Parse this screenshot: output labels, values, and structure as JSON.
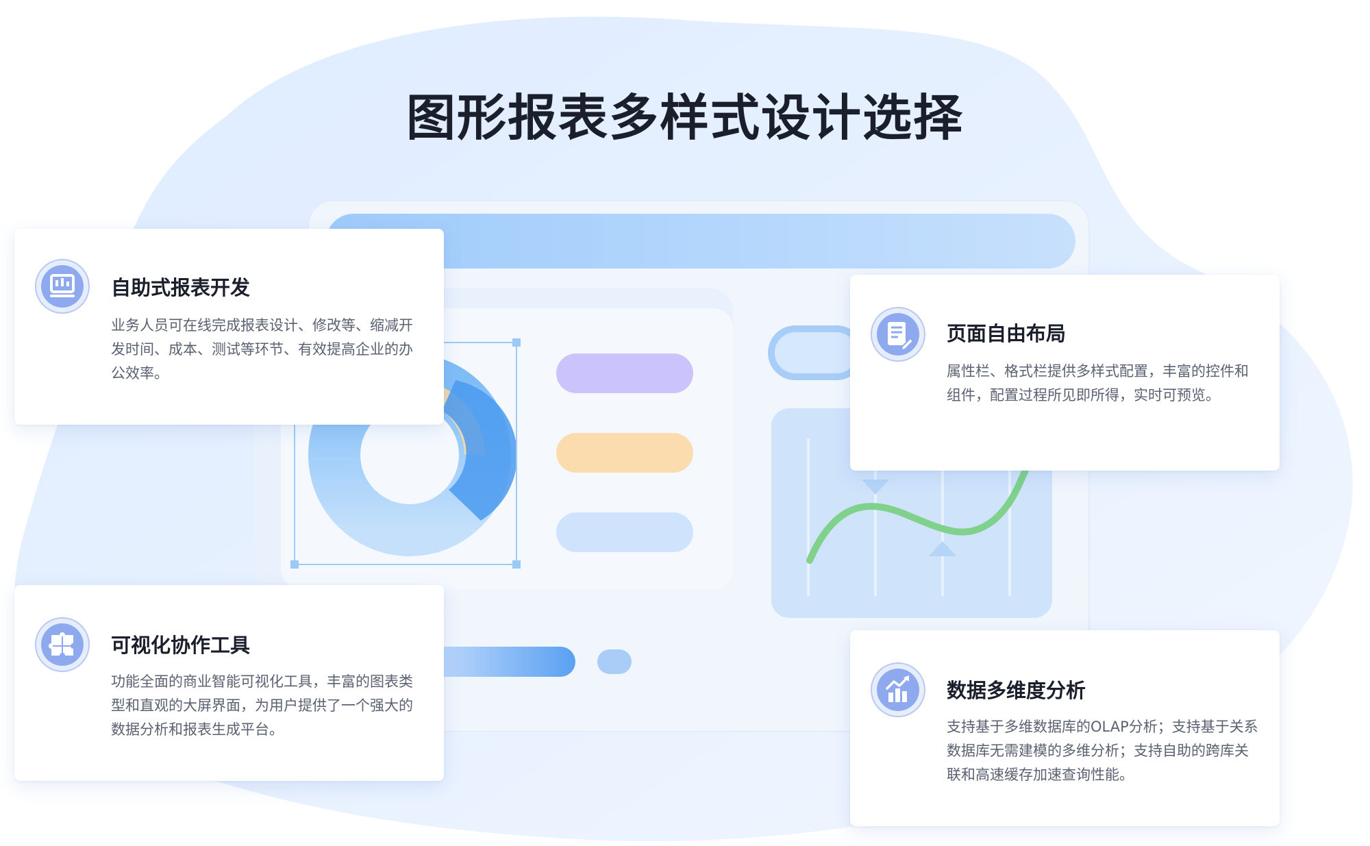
{
  "page": {
    "title": "图形报表多样式设计选择"
  },
  "colors": {
    "background_blob": "#e3efff",
    "accent_blue": "#5aa0f2",
    "icon_fill": "#8fa9ee",
    "title_text": "#1a1f2b",
    "body_text": "#5a6170",
    "curve_green": "#7fd18b",
    "bar_purple": "#cbc3fb",
    "bar_orange": "#fbdcae",
    "bar_blue": "#cfe4fc"
  },
  "features": [
    {
      "title": "自助式报表开发",
      "description": "业务人员可在线完成报表设计、修改等、缩减开发时间、成本、测试等环节、有效提高企业的办公效率。",
      "icon": "dashboard-screen-icon"
    },
    {
      "title": "可视化协作工具",
      "description": "功能全面的商业智能可视化工具，丰富的图表类型和直观的大屏界面，为用户提供了一个强大的数据分析和报表生成平台。",
      "icon": "puzzle-icon"
    },
    {
      "title": "页面自由布局",
      "description": "属性栏、格式栏提供多样式配置，丰富的控件和组件，配置过程所见即所得，实时可预览。",
      "icon": "document-edit-icon"
    },
    {
      "title": "数据多维度分析",
      "description": "支持基于多维数据库的OLAP分析；支持基于关系数据库无需建模的多维分析；支持自助的跨库关联和高速缓存加速查询性能。",
      "icon": "bar-chart-trend-icon"
    }
  ]
}
